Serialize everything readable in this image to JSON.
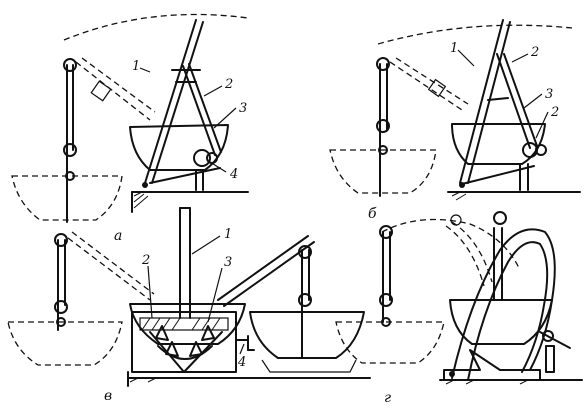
{
  "panels": {
    "a": {
      "sublabel": "а",
      "callouts": [
        "1",
        "2",
        "3",
        "4"
      ]
    },
    "b": {
      "sublabel": "б",
      "callouts": [
        "1",
        "2",
        "3",
        "2"
      ]
    },
    "v": {
      "sublabel": "в",
      "callouts": [
        "1",
        "2",
        "3",
        "4"
      ]
    },
    "g": {
      "sublabel": "г"
    }
  },
  "style": {
    "ink": "#111111",
    "paper": "#ffffff"
  }
}
